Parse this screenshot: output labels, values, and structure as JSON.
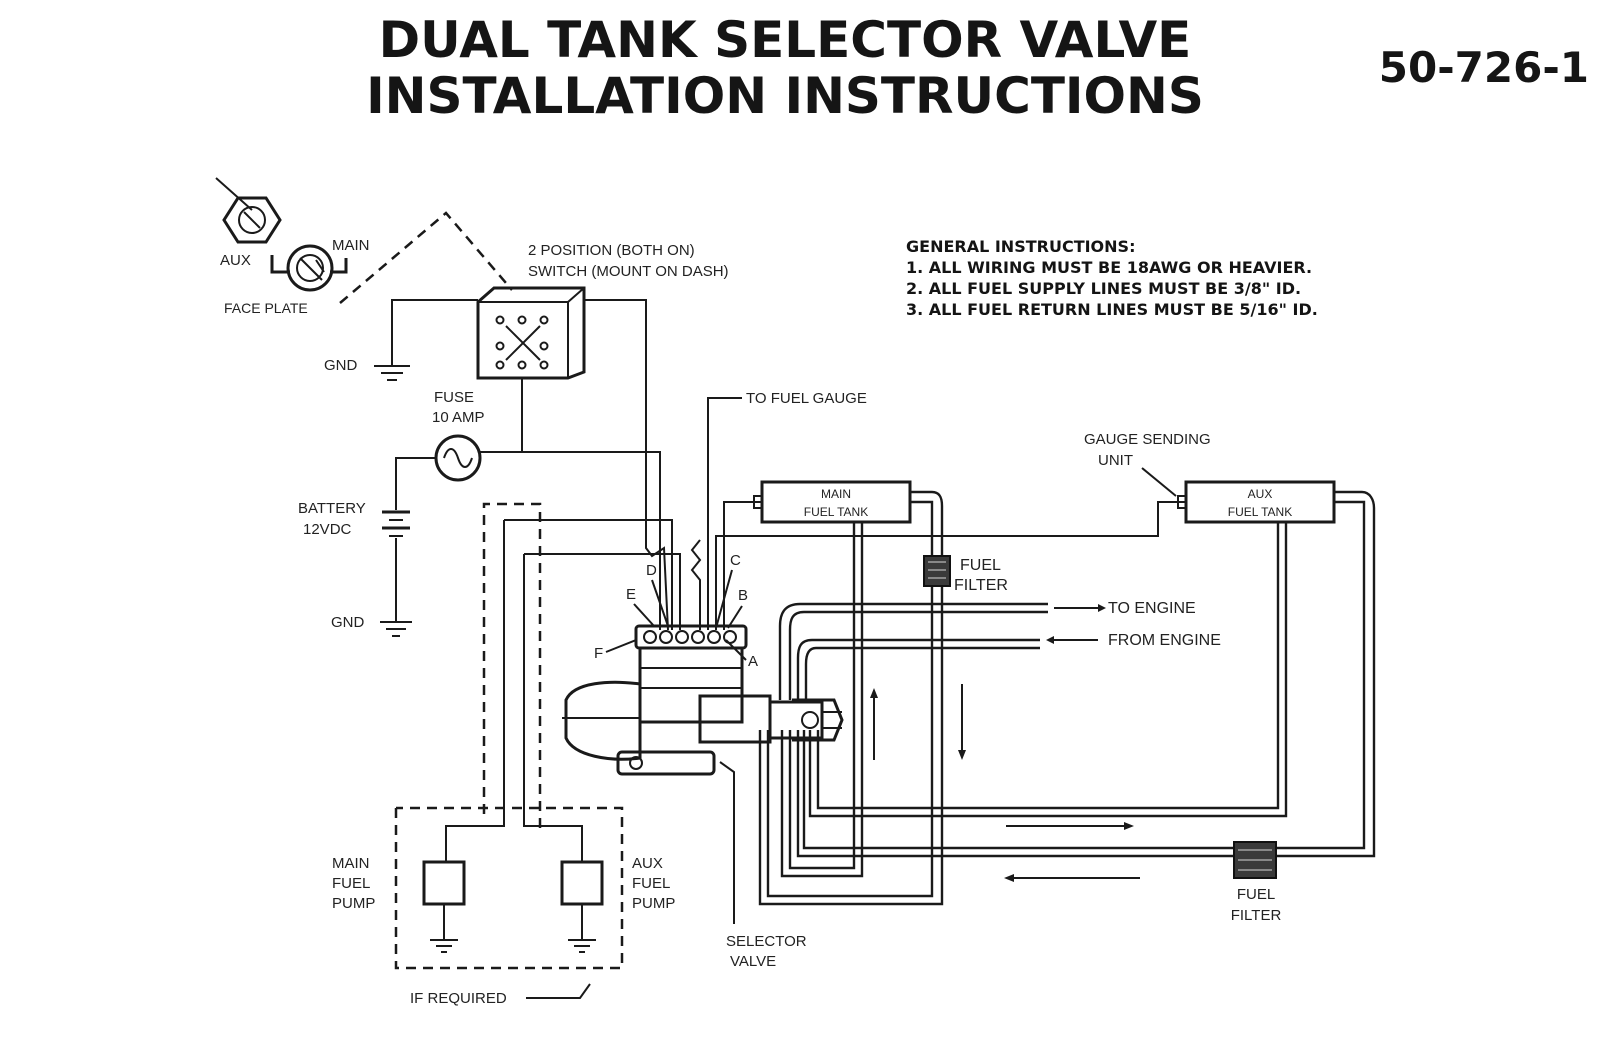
{
  "title": {
    "line1": "DUAL TANK SELECTOR VALVE",
    "line2": "INSTALLATION INSTRUCTIONS",
    "part_number": "50-726-1"
  },
  "general_instructions": {
    "heading": "GENERAL INSTRUCTIONS:",
    "items": [
      "1.  ALL WIRING MUST BE 18AWG OR HEAVIER.",
      "2.  ALL FUEL SUPPLY LINES MUST BE 3/8\" ID.",
      "3.  ALL FUEL RETURN LINES MUST BE 5/16\" ID."
    ]
  },
  "labels": {
    "aux": "AUX",
    "main": "MAIN",
    "face_plate": "FACE PLATE",
    "switch_line1": "2 POSITION (BOTH ON)",
    "switch_line2": "SWITCH (MOUNT ON DASH)",
    "gnd_top": "GND",
    "fuse_line1": "FUSE",
    "fuse_line2": "10 AMP",
    "battery_line1": "BATTERY",
    "battery_line2": "12VDC",
    "gnd_mid": "GND",
    "to_fuel_gauge": "TO FUEL GAUGE",
    "gauge_sending_line1": "GAUGE SENDING",
    "gauge_sending_line2": "UNIT",
    "main_tank_line1": "MAIN",
    "main_tank_line2": "FUEL TANK",
    "aux_tank_line1": "AUX",
    "aux_tank_line2": "FUEL TANK",
    "filter1_line1": "FUEL",
    "filter1_line2": "FILTER",
    "filter2_line1": "FUEL",
    "filter2_line2": "FILTER",
    "to_engine": "TO ENGINE",
    "from_engine": "FROM ENGINE",
    "main_pump_line1": "MAIN",
    "main_pump_line2": "FUEL",
    "main_pump_line3": "PUMP",
    "aux_pump_line1": "AUX",
    "aux_pump_line2": "FUEL",
    "aux_pump_line3": "PUMP",
    "selector_line1": "SELECTOR",
    "selector_line2": "VALVE",
    "if_required": "IF REQUIRED",
    "terminal_a": "A",
    "terminal_b": "B",
    "terminal_c": "C",
    "terminal_d": "D",
    "terminal_e": "E",
    "terminal_f": "F"
  }
}
